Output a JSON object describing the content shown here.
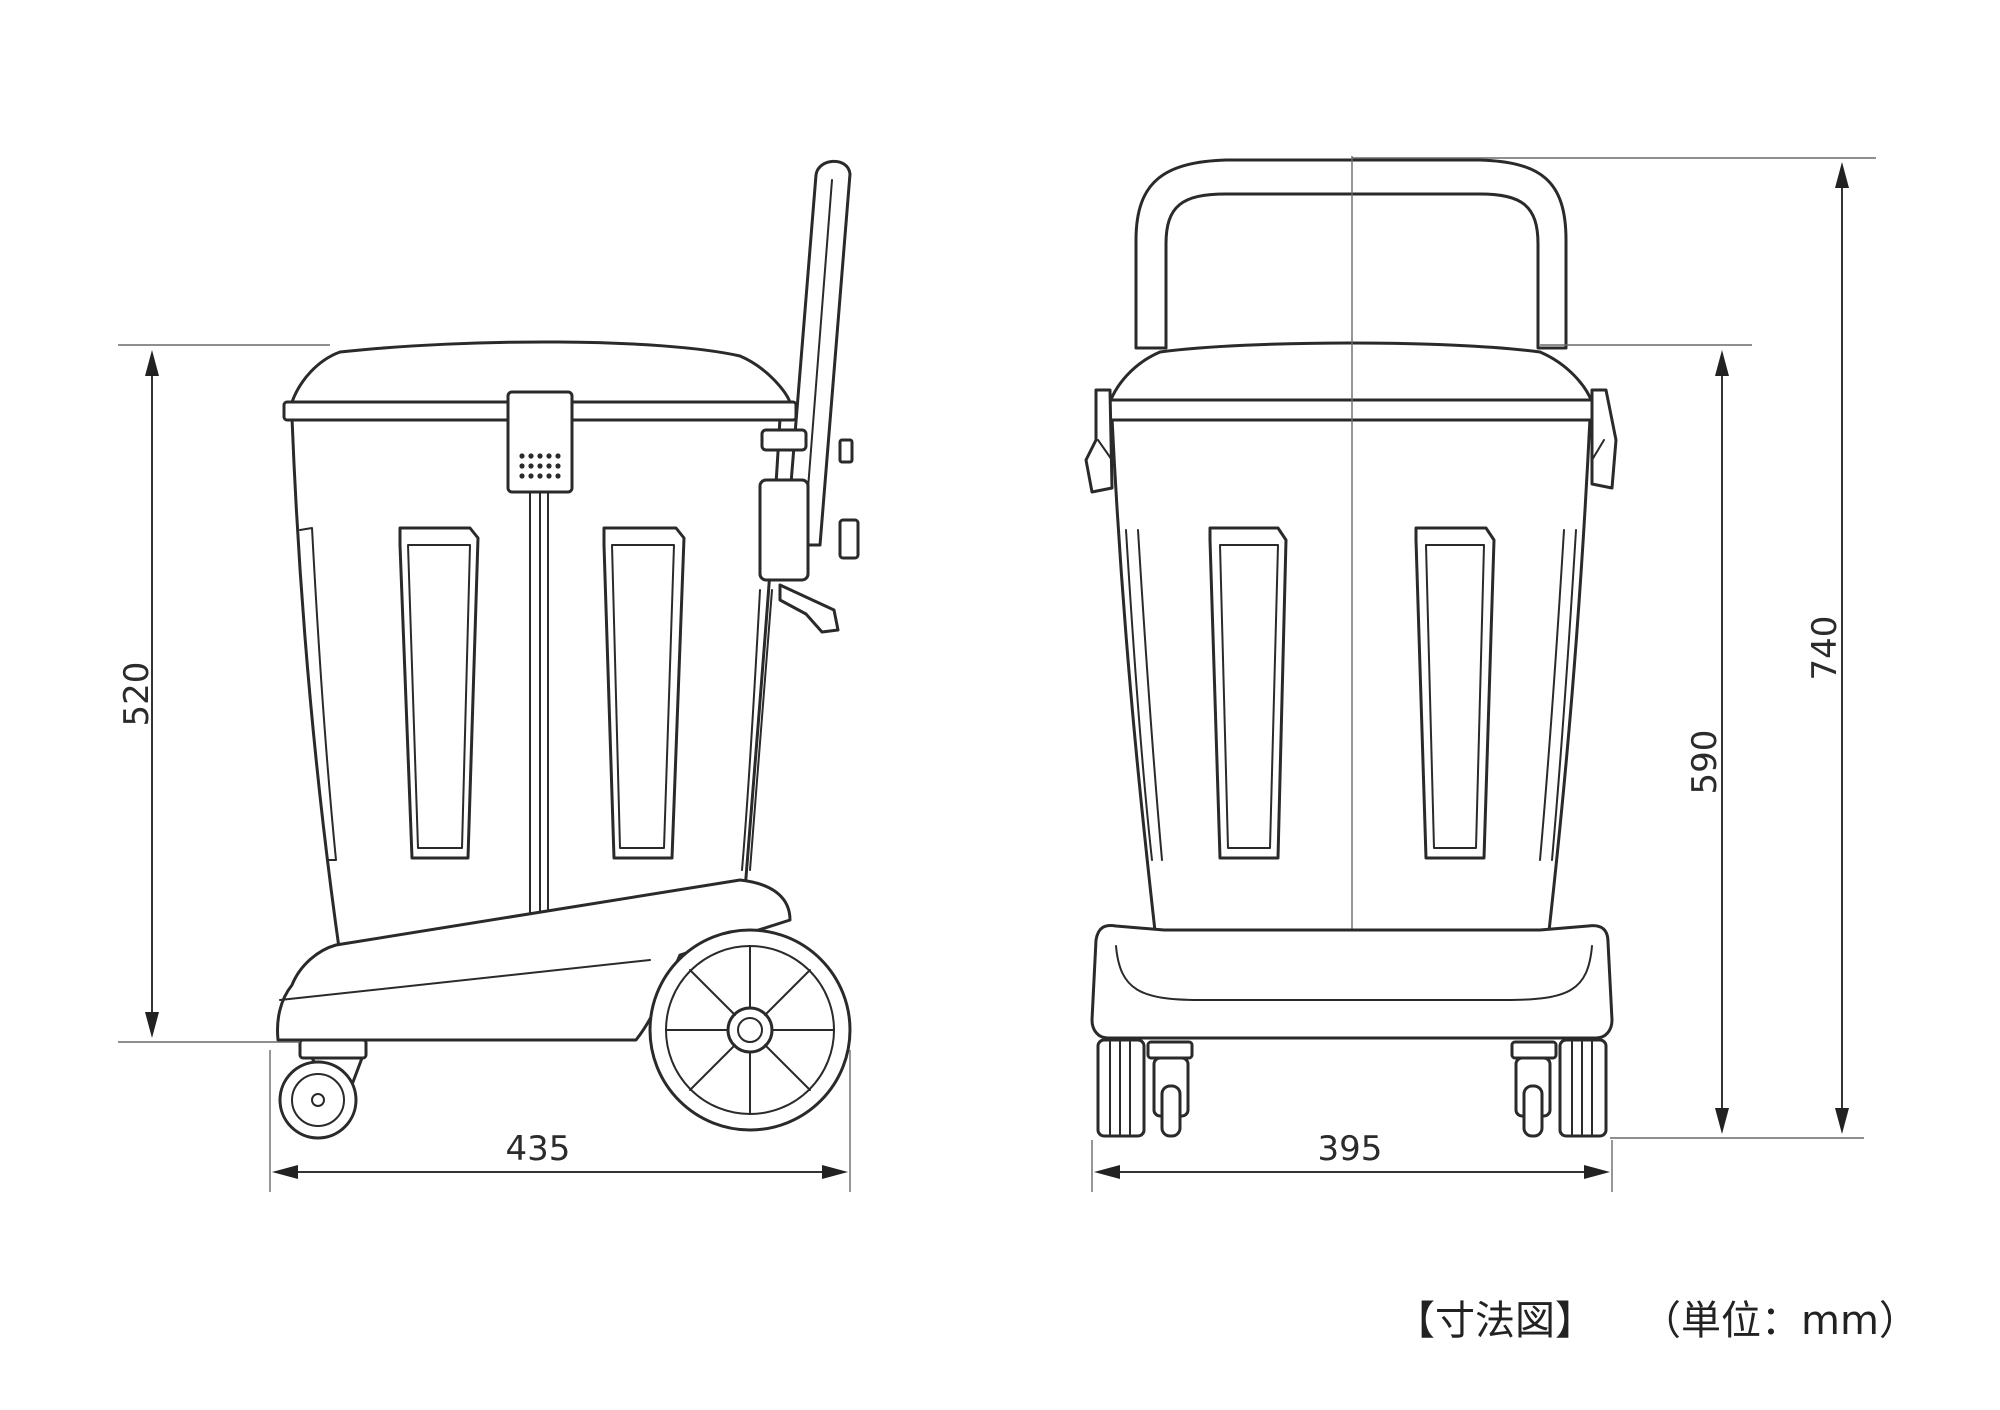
{
  "dimensions": {
    "side_height": "520",
    "side_width": "435",
    "front_width": "395",
    "front_bin_height": "590",
    "front_total_height": "740"
  },
  "caption": {
    "label": "【寸法図】",
    "unit": "（単位：mm）"
  },
  "colors": {
    "line": "#2a2a2a",
    "extension_line": "#6a6a6a",
    "background": "#ffffff"
  }
}
